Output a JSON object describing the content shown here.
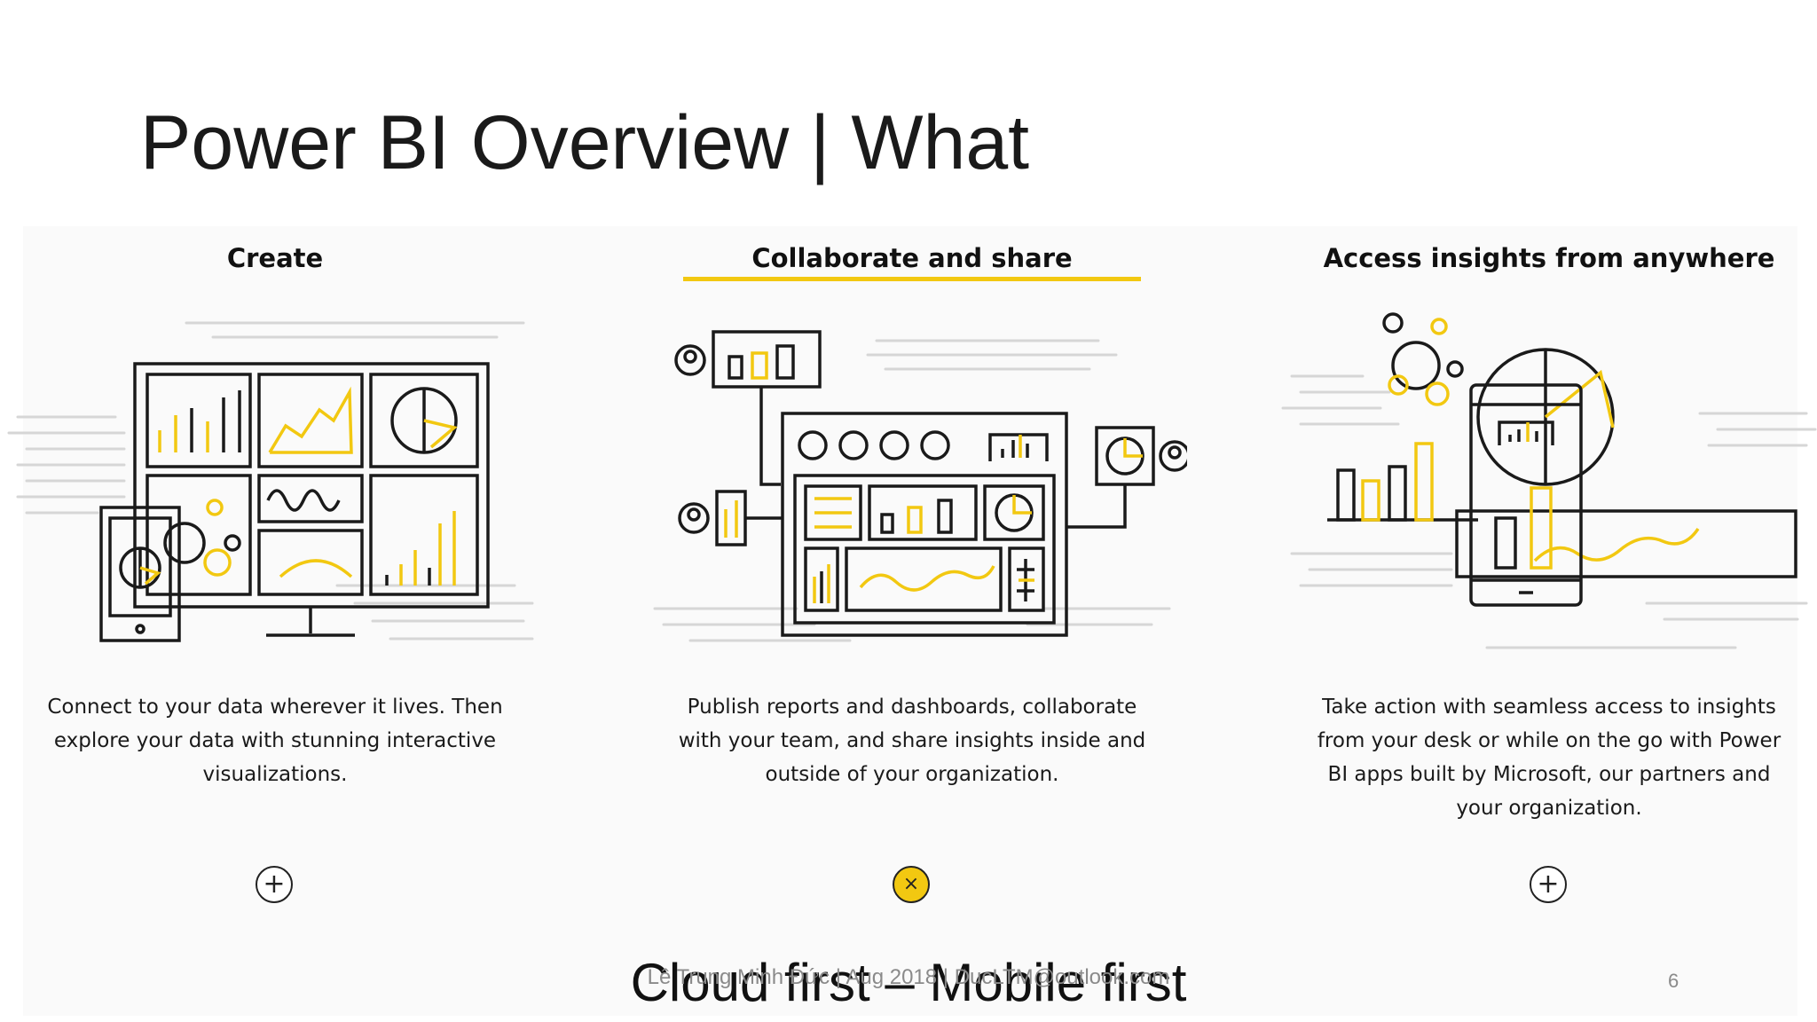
{
  "slide": {
    "title": "Power BI Overview | What",
    "tagline": "Cloud first – Mobile first",
    "footer_author": "Lê Trung Minh Đức | Aug 2018 | DucLTM@outlook.com",
    "slide_number": "6"
  },
  "colors": {
    "accent": "#f2c811",
    "text": "#1a1a1a",
    "muted": "#8a8a8a"
  },
  "columns": [
    {
      "heading": "Create",
      "description": "Connect to your data wherever it lives. Then explore your data with stunning interactive visualizations.",
      "toggle_symbol": "+",
      "toggle_icon": "plus-icon",
      "active": false
    },
    {
      "heading": "Collaborate and share",
      "description": "Publish reports and dashboards, collaborate with your team, and share insights inside and outside of your organization.",
      "toggle_symbol": "×",
      "toggle_icon": "close-icon",
      "active": true
    },
    {
      "heading": "Access insights from anywhere",
      "description": "Take action with seamless access to insights from your desk or while on the go with Power BI apps built by Microsoft, our partners and your organization.",
      "toggle_symbol": "+",
      "toggle_icon": "plus-icon",
      "active": false
    }
  ]
}
